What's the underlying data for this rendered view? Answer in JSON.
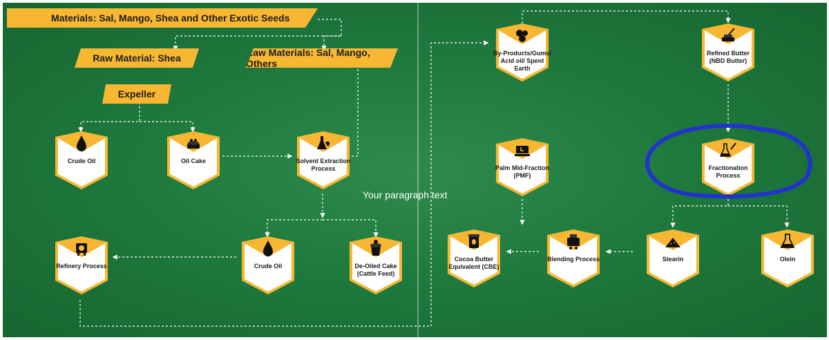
{
  "banners": {
    "materials": "Materials: Sal, Mango, Shea and Other Exotic Seeds",
    "shea": "Raw Material: Shea",
    "others": "Raw Materials: Sal, Mango, Others",
    "expeller": "Expeller"
  },
  "nodes": {
    "crude_oil_1": "Crude Oil",
    "oil_cake": "Oil Cake",
    "solvent": "Solvent Extraction Process",
    "refinery": "Refinery Process",
    "crude_oil_2": "Crude Oil",
    "deoiled": "De-Oiled Cake (Cattle Feed)",
    "byproducts": "By-Products/Gums/ Acid oil/ Spent Earth",
    "refined": "Refined Butter (NBD Butter)",
    "pmf": "Palm Mid-Fraction (PMF)",
    "fractionation": "Fractionation Process",
    "cbe": "Cocoa Butter Equivalent (CBE)",
    "blending": "Blending Process",
    "stearin": "Stearin",
    "olein": "Olein"
  },
  "paragraph": "Your paragraph text",
  "colors": {
    "background": "#1f7a3e",
    "accent": "#f7b733",
    "card": "#ffffff",
    "highlight": "#2233cc"
  },
  "icons": {
    "crude_oil_1": "oil-drop-icon",
    "oil_cake": "oil-cake-icon",
    "solvent": "flask-leaf-icon",
    "refinery": "refinery-machine-icon",
    "crude_oil_2": "oil-drop-icon",
    "deoiled": "cattle-feed-icon",
    "byproducts": "byproducts-icon",
    "refined": "butter-knife-icon",
    "pmf": "palm-fraction-icon",
    "fractionation": "flask-dropper-icon",
    "cbe": "cocoa-jar-icon",
    "blending": "blending-machine-icon",
    "stearin": "stearin-pile-icon",
    "olein": "olein-flask-icon"
  }
}
